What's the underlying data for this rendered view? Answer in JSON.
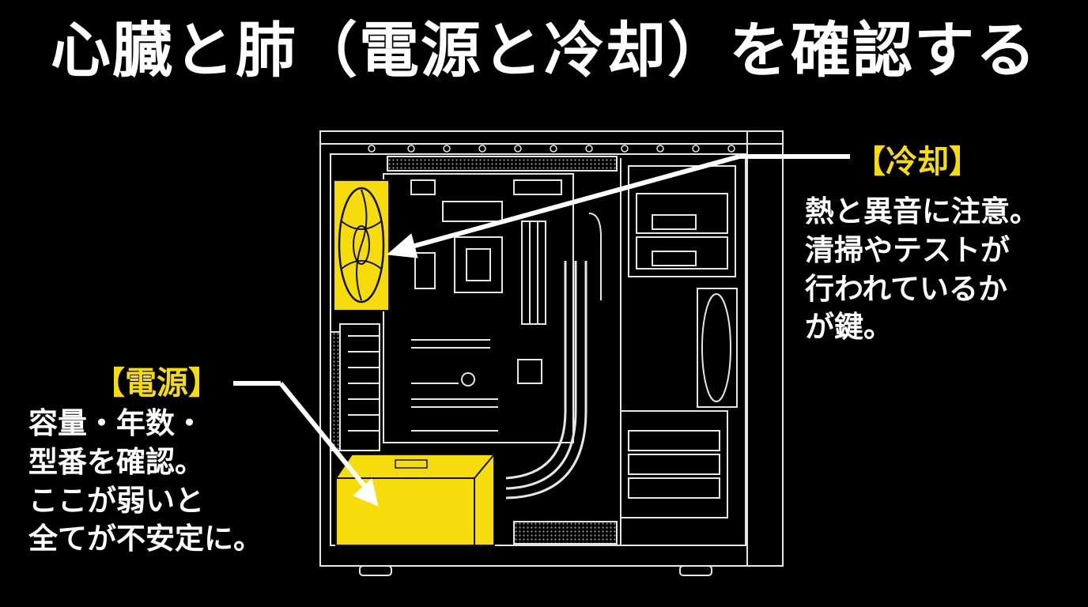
{
  "title": "心臓と肺（電源と冷却）を確認する",
  "cooling": {
    "heading": "【冷却】",
    "lines": [
      "熱と異音に注意。",
      "清掃やテストが",
      "行われているか",
      "が鍵。"
    ]
  },
  "power": {
    "heading": "【電源】",
    "lines": [
      "容量・年数・",
      "型番を確認。",
      "ここが弱いと",
      "全てが不安定に。"
    ]
  },
  "colors": {
    "highlight": "#f5dc0a",
    "line": "#ffffff",
    "background": "#000000"
  }
}
